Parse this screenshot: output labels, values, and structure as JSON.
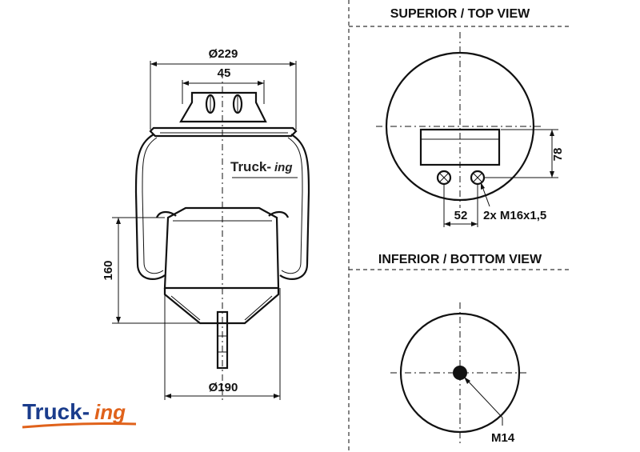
{
  "headings": {
    "top_view": "SUPERIOR / TOP VIEW",
    "bottom_view": "INFERIOR / BOTTOM VIEW"
  },
  "dimensions": {
    "top_diameter": "Ø229",
    "bolt_spacing": "45",
    "height": "160",
    "bottom_diameter": "Ø190",
    "offset": "78",
    "hole_spacing": "52",
    "thread_spec": "2x M16x1,5",
    "bottom_thread": "M14"
  },
  "brand": {
    "name_main": "Truck-",
    "name_suffix": "ing",
    "main_color": "#1a3c8c",
    "accent_color": "#e0621b"
  }
}
